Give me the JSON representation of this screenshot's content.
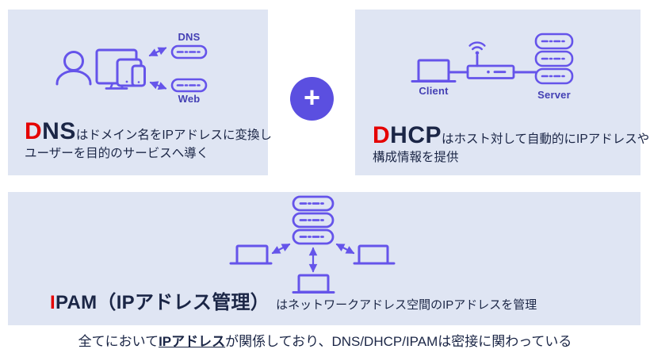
{
  "dns_box": {
    "title_red": "D",
    "title_rest": "NS",
    "desc_line1": "はドメイン名をIPアドレスに変換し",
    "desc_line2": "ユーザーを目的のサービスへ導く",
    "server_label_top": "DNS",
    "server_label_bottom": "Web"
  },
  "dhcp_box": {
    "title_red": "D",
    "title_rest": "HCP",
    "desc_line1": "はホスト対して自動的にIPアドレスや",
    "desc_line2": "構成情報を提供",
    "client_label": "Client",
    "server_label": "Server"
  },
  "ipam_box": {
    "title_red": "I",
    "title_rest": "PAM（IPアドレス管理）",
    "desc": "はネットワークアドレス空間のIPアドレスを管理"
  },
  "plus_symbol": "+",
  "footer": {
    "text_before": "全てにおいて",
    "text_emphasis": "IPアドレス",
    "text_after": "が関係しており、DNS/DHCP/IPAMは密接に関わっている"
  },
  "colors": {
    "panel_bg": "#dfe5f3",
    "icon_purple": "#6554ea",
    "label_indigo": "#4440b4",
    "heading_navy": "#1b2646",
    "highlight_red": "#e50000",
    "plus_circle": "#5b4fe0"
  }
}
